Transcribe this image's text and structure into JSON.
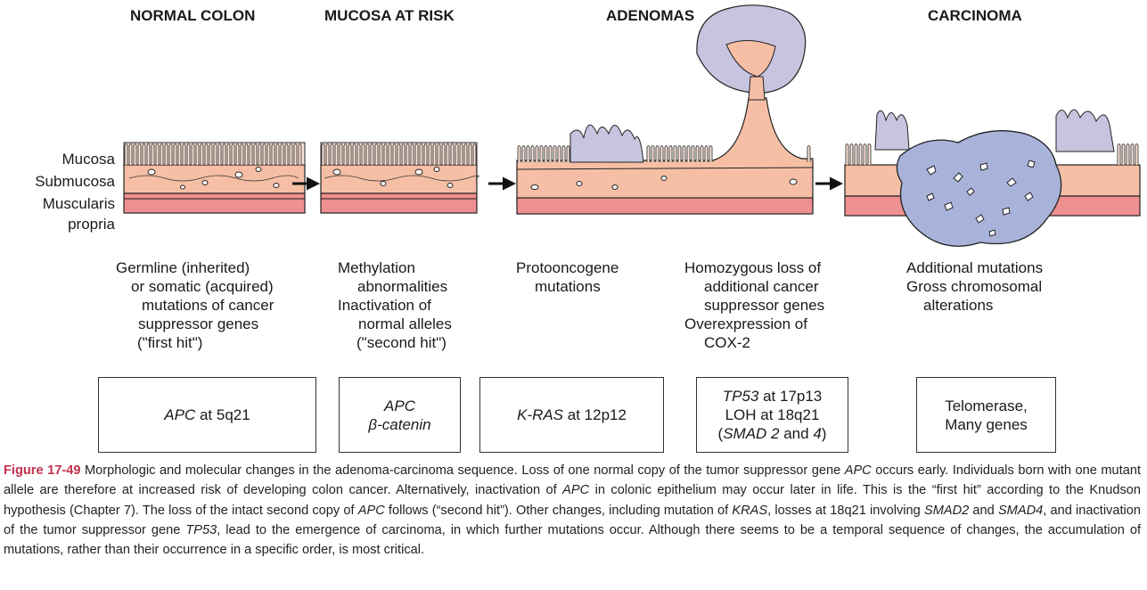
{
  "stages": [
    {
      "title": "NORMAL COLON"
    },
    {
      "title": "MUCOSA AT RISK"
    },
    {
      "title": "ADENOMAS"
    },
    {
      "title": "CARCINOMA"
    }
  ],
  "layer_labels": {
    "mucosa": "Mucosa",
    "submucosa": "Submucosa",
    "muscularis_1": "Muscularis",
    "muscularis_2": "propria"
  },
  "descriptions": [
    {
      "lines": [
        "Germline (inherited)",
        "or somatic (acquired)",
        "mutations of cancer",
        "suppressor genes",
        "(\"first hit\")"
      ]
    },
    {
      "lines": [
        "Methylation",
        "abnormalities",
        "Inactivation of",
        "normal alleles",
        "(\"second hit\")"
      ]
    },
    {
      "lines": [
        "Protooncogene",
        "mutations"
      ]
    },
    {
      "lines": [
        "Homozygous loss of",
        "additional cancer",
        "suppressor genes",
        "Overexpression of",
        "COX-2"
      ]
    },
    {
      "lines": [
        "Additional mutations",
        "Gross chromosomal",
        "alterations"
      ]
    }
  ],
  "genes": {
    "box1": {
      "gene": "APC",
      "rest": " at 5q21"
    },
    "box2": {
      "l1": "APC",
      "l2": "β-catenin"
    },
    "box3": {
      "gene": "K-RAS",
      "rest": " at 12p12"
    },
    "box4": {
      "l1_gene": "TP53",
      "l1_rest": " at 17p13",
      "l2": "LOH at 18q21",
      "l3_a": "(",
      "l3_gene1": "SMAD 2",
      "l3_mid": " and ",
      "l3_gene2": "4",
      "l3_b": ")"
    },
    "box5": {
      "l1": "Telomerase,",
      "l2": "Many genes"
    }
  },
  "caption": {
    "label": "Figure 17-49",
    "s1": " Morphologic and molecular changes in the adenoma-carcinoma sequence. Loss of one normal copy of the tumor suppressor gene ",
    "g1": "APC",
    "s2": " occurs early. Individuals born with one mutant allele are therefore at increased risk of developing colon cancer. Alternatively, inactivation of ",
    "g2": "APC",
    "s3": " in colonic epithelium may occur later in life. This is the “first hit” according to the Knudson hypothesis (Chapter 7). The loss of the intact second copy of ",
    "g3": "APC",
    "s4": " follows (“second hit”). Other changes, including mutation of ",
    "g4": "KRAS",
    "s5": ", losses at 18q21 involving ",
    "g5": "SMAD2",
    "s6": " and ",
    "g6": "SMAD4",
    "s7": ", and inactivation of the tumor suppressor gene ",
    "g7": "TP53",
    "s8": ", lead to the emergence of carcinoma, in which further mutations occur. Although there seems to be a temporal sequence of changes, the accumulation of mutations, rather than their occurrence in a specific order, is most critical."
  },
  "colors": {
    "tissue": "#f6bfa5",
    "muscle": "#ef8f8f",
    "mucosa_line": "#f2a99d",
    "adenoma": "#c7c4df",
    "tumor": "#a9b3da",
    "outline": "#222222"
  }
}
